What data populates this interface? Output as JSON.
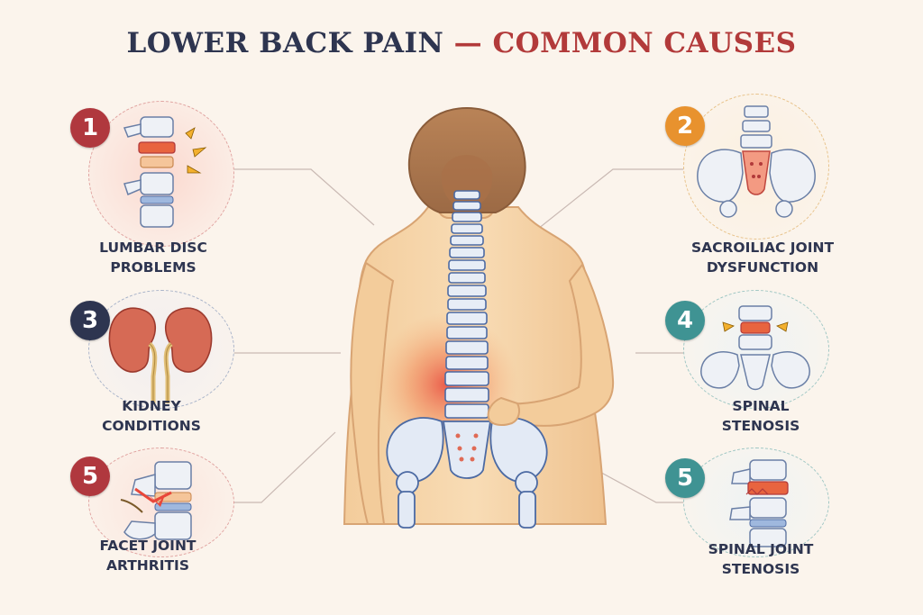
{
  "title": {
    "part1": "LOWER BACK PAIN",
    "dash": " — ",
    "part2": "COMMON CAUSES"
  },
  "colors": {
    "background": "#fbf4ec",
    "title_dark": "#2e3550",
    "title_red": "#b23a3a",
    "badge_red": "#b0383e",
    "badge_orange": "#e8922e",
    "badge_navy": "#2e3550",
    "badge_teal": "#3f9393"
  },
  "causes": [
    {
      "number": "1",
      "line1": "LUMBAR DISC",
      "line2": "PROBLEMS",
      "badge_color": "#b0383e",
      "icon": "lumbar-disc-icon"
    },
    {
      "number": "2",
      "line1": "SACROILIAC JOINT",
      "line2": "DYSFUNCTION",
      "badge_color": "#e8922e",
      "icon": "sacroiliac-joint-icon"
    },
    {
      "number": "3",
      "line1": "KIDNEY",
      "line2": "CONDITIONS",
      "badge_color": "#2e3550",
      "icon": "kidney-icon"
    },
    {
      "number": "4",
      "line1": "SPINAL",
      "line2": "STENOSIS",
      "badge_color": "#3f9393",
      "icon": "spinal-stenosis-icon"
    },
    {
      "number": "5",
      "line1": "FACET JOINT",
      "line2": "ARTHRITIS",
      "badge_color": "#b0383e",
      "icon": "facet-joint-icon"
    },
    {
      "number": "5",
      "line1": "SPINAL JOINT",
      "line2": "STENOSIS",
      "badge_color": "#3f9393",
      "icon": "spinal-joint-icon"
    }
  ]
}
